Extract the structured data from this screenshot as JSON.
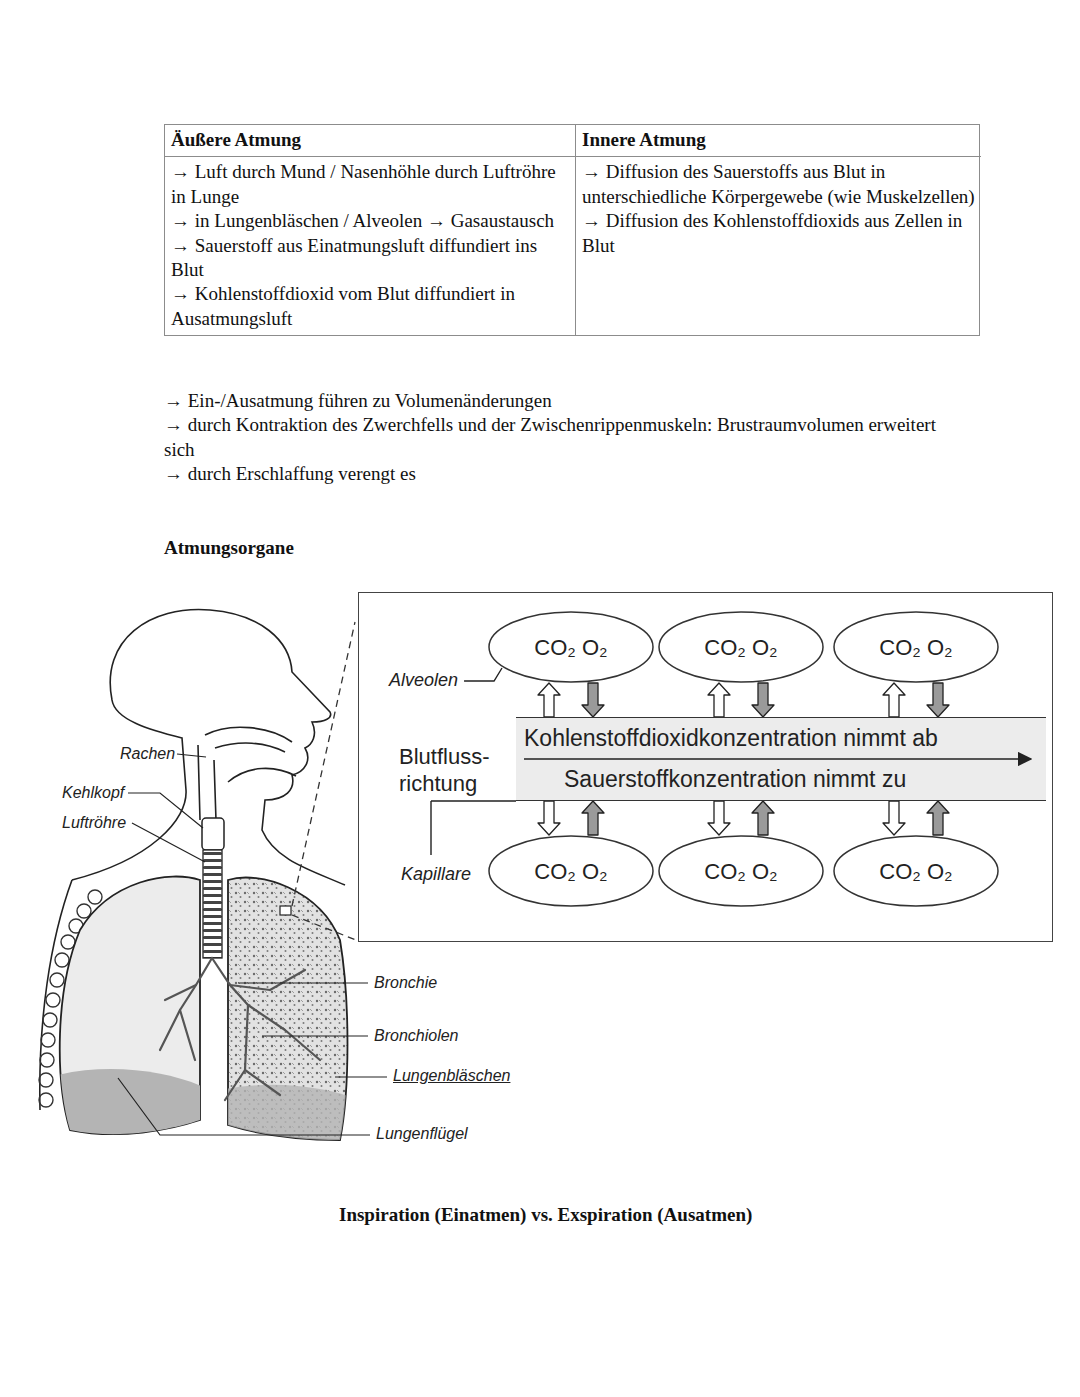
{
  "diagram": {
    "nodes": [
      {
        "text": [
          "Alveolen",
          "Blutfluss- richtung",
          "Kapillare"
        ]
      },
      {
        "text": [
          "CO₂ O₂"
        ],
        "in": 0
      },
      {
        "text": [
          "CO₂ O₂"
        ],
        "in": 0
      },
      {
        "text": [
          "CO₂ O₂"
        ],
        "in": 0
      },
      {
        "text": [
          "Kohlenstoffdioxidkonzentration nimmt ab",
          "Sauerstoffkonzentration nimmt zu"
        ],
        "in": 0
      },
      {
        "text": [
          "CO₂ O₂"
        ],
        "in": 0
      },
      {
        "text": [
          "CO₂ O₂"
        ],
        "in": 0
      },
      {
        "text": [
          "CO₂ O₂"
        ],
        "in": 0
      }
    ],
    "edges": [
      {
        "from": 4,
        "to": 1,
        "arrow": "to"
      },
      {
        "from": 1,
        "to": 4,
        "arrow": "to"
      },
      {
        "from": 4,
        "to": 2,
        "arrow": "to"
      },
      {
        "from": 2,
        "to": 4,
        "arrow": "to"
      },
      {
        "from": 4,
        "to": 3,
        "arrow": "to"
      },
      {
        "from": 3,
        "to": 4,
        "arrow": "to"
      },
      {
        "from": 4,
        "to": 5,
        "arrow": "to"
      },
      {
        "from": 5,
        "to": 4,
        "arrow": "to"
      },
      {
        "from": 4,
        "to": 6,
        "arrow": "to"
      },
      {
        "from": 6,
        "to": 4,
        "arrow": "to"
      },
      {
        "from": 4,
        "to": 7,
        "arrow": "to"
      },
      {
        "from": 7,
        "to": 4,
        "arrow": "to"
      }
    ],
    "labels": [
      "Äußere Atmung",
      "Innere Atmung",
      "→ Luft durch Mund / Nasenhöhle durch Luftröhre in Lunge",
      "→ in Lungenbläschen / Alveolen → Gasaustausch",
      "→ Sauerstoff aus Einatmungsluft diffundiert ins Blut",
      "→ Kohlenstoffdioxid vom Blut diffundiert in Ausatmungsluft",
      "→ Diffusion des Sauerstoffs aus Blut in unterschiedliche Körpergewebe (wie Muskelzellen)",
      "→ Diffusion des Kohlenstoffdioxids aus Zellen in Blut",
      "→ Ein-/Ausatmung führen zu Volumenänderungen",
      "→ durch Kontraktion des Zwerchfells und der Zwischenrippenmuskeln: Brustraumvolumen erweitert sich",
      "→ durch Erschlaffung verengt es",
      "Atmungsorgane",
      "Rachen",
      "Kehlkopf",
      "Luftröhre",
      "Bronchie",
      "Bronchiolen",
      "Lungenbläschen",
      "Lungenflügel",
      "Inspiration (Einatmen) vs. Exspiration (Ausatmen)"
    ]
  }
}
